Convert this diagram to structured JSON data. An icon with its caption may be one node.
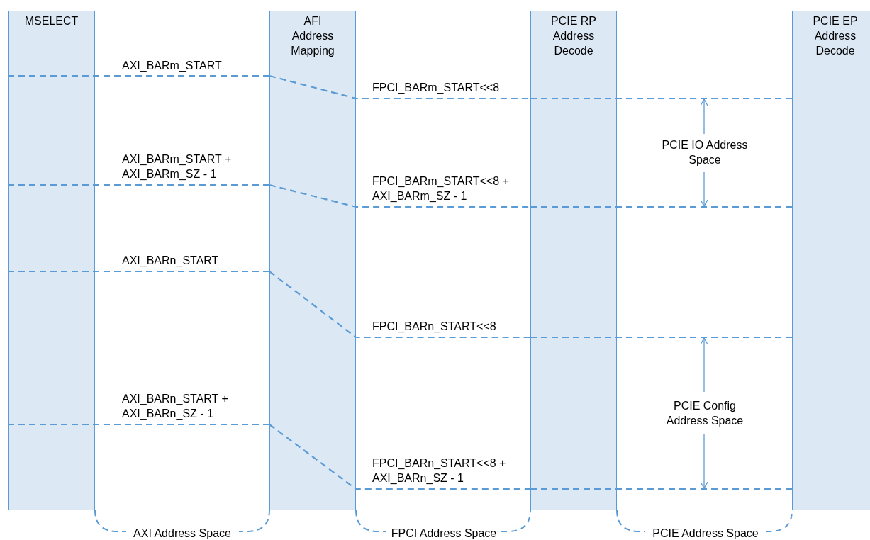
{
  "diagram": {
    "nodes": [
      {
        "text": [
          "MSELECT"
        ]
      },
      {
        "text": [
          "AFI Address Mapping"
        ]
      },
      {
        "text": [
          "PCIE RP Address Decode"
        ]
      },
      {
        "text": [
          "PCIE EP Address Decode"
        ]
      }
    ],
    "edges": [
      {
        "from": 0,
        "to": 1,
        "arrow": "none",
        "style": "dashed",
        "label": "AXI_BARm_START"
      },
      {
        "from": 1,
        "to": 2,
        "arrow": "none",
        "style": "dashed",
        "label": "FPCI_BARm_START<<8"
      },
      {
        "from": 2,
        "to": 3,
        "arrow": "none",
        "style": "dashed"
      },
      {
        "from": 0,
        "to": 1,
        "arrow": "none",
        "style": "dashed",
        "label": "AXI_BARm_START + AXI_BARm_SZ - 1"
      },
      {
        "from": 1,
        "to": 2,
        "arrow": "none",
        "style": "dashed",
        "label": "FPCI_BARm_START<<8 + AXI_BARm_SZ - 1"
      },
      {
        "from": 2,
        "to": 3,
        "arrow": "none",
        "style": "dashed"
      },
      {
        "from": 0,
        "to": 1,
        "arrow": "none",
        "style": "dashed",
        "label": "AXI_BARn_START"
      },
      {
        "from": 1,
        "to": 2,
        "arrow": "none",
        "style": "dashed",
        "label": "FPCI_BARn_START<<8"
      },
      {
        "from": 2,
        "to": 3,
        "arrow": "none",
        "style": "dashed"
      },
      {
        "from": 0,
        "to": 1,
        "arrow": "none",
        "style": "dashed",
        "label": "AXI_BARn_START + AXI_BARn_SZ - 1"
      },
      {
        "from": 1,
        "to": 2,
        "arrow": "none",
        "style": "dashed",
        "label": "FPCI_BARn_START<<8 + AXI_BARn_SZ - 1"
      },
      {
        "from": 2,
        "to": 3,
        "arrow": "none",
        "style": "dashed"
      }
    ],
    "labels": [
      "PCIE IO Address Space",
      "PCIE Config Address Space",
      "AXI Address Space",
      "FPCI Address Space",
      "PCIE Address Space"
    ]
  }
}
